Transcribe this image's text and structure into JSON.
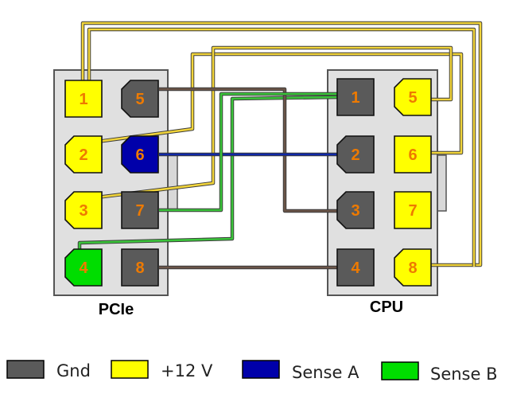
{
  "colors": {
    "gnd": "#5a5a5a",
    "v12": "#ffff00",
    "sense_a": "#0000aa",
    "sense_b": "#00dd00",
    "wire_gnd": "#6b5548",
    "wire_12v": "#f1d43a",
    "wire_sense_a": "#1028a8",
    "wire_sense_b": "#3ac43a",
    "pin_number": "#ee7a00",
    "housing": "#e0e0e0"
  },
  "pcie": {
    "label": "PCIe",
    "pins": [
      {
        "num": "1",
        "type": "v12",
        "shape": "square"
      },
      {
        "num": "5",
        "type": "gnd",
        "shape": "chamfer"
      },
      {
        "num": "2",
        "type": "v12",
        "shape": "chamfer"
      },
      {
        "num": "6",
        "type": "sense_a",
        "shape": "chamfer"
      },
      {
        "num": "3",
        "type": "v12",
        "shape": "chamfer"
      },
      {
        "num": "7",
        "type": "gnd",
        "shape": "square"
      },
      {
        "num": "4",
        "type": "sense_b",
        "shape": "chamfer"
      },
      {
        "num": "8",
        "type": "gnd",
        "shape": "square"
      }
    ]
  },
  "cpu": {
    "label": "CPU",
    "pins": [
      {
        "num": "1",
        "type": "gnd",
        "shape": "square"
      },
      {
        "num": "5",
        "type": "v12",
        "shape": "chamfer"
      },
      {
        "num": "2",
        "type": "gnd",
        "shape": "chamfer"
      },
      {
        "num": "6",
        "type": "v12",
        "shape": "square"
      },
      {
        "num": "3",
        "type": "gnd",
        "shape": "chamfer"
      },
      {
        "num": "7",
        "type": "v12",
        "shape": "square"
      },
      {
        "num": "4",
        "type": "gnd",
        "shape": "square"
      },
      {
        "num": "8",
        "type": "v12",
        "shape": "chamfer"
      }
    ]
  },
  "connections": [
    {
      "from": "PCIe 1",
      "to": "CPU 8",
      "type": "v12"
    },
    {
      "from": "PCIe 2",
      "to": "CPU 6",
      "type": "v12"
    },
    {
      "from": "PCIe 3",
      "to": "CPU 5",
      "type": "v12"
    },
    {
      "from": "PCIe 4",
      "to": "CPU 1",
      "type": "sense_b"
    },
    {
      "from": "PCIe 5",
      "to": "CPU 3",
      "type": "gnd"
    },
    {
      "from": "PCIe 6",
      "to": "CPU 2",
      "type": "sense_a"
    },
    {
      "from": "PCIe 7",
      "to": "CPU 1",
      "type": "sense_b"
    },
    {
      "from": "PCIe 8",
      "to": "CPU 4",
      "type": "gnd"
    }
  ],
  "legend": [
    {
      "type": "gnd",
      "label": "Gnd"
    },
    {
      "type": "v12",
      "label": "+12 V"
    },
    {
      "type": "sense_a",
      "label": "Sense A"
    },
    {
      "type": "sense_b",
      "label": "Sense B"
    }
  ]
}
